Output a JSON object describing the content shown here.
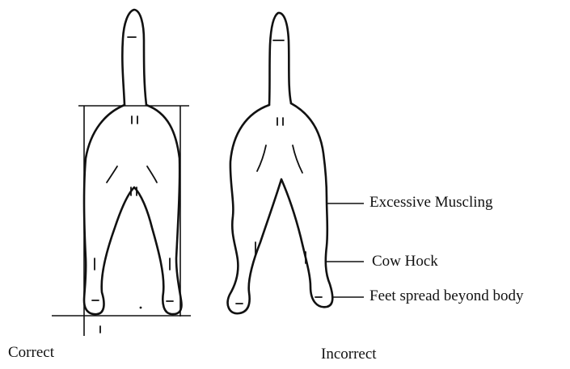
{
  "captions": {
    "correct": "Correct",
    "incorrect": "Incorrect"
  },
  "callouts": {
    "excessive_muscling": "Excessive Muscling",
    "cow_hock": "Cow Hock",
    "feet_spread": "Feet spread beyond body"
  }
}
